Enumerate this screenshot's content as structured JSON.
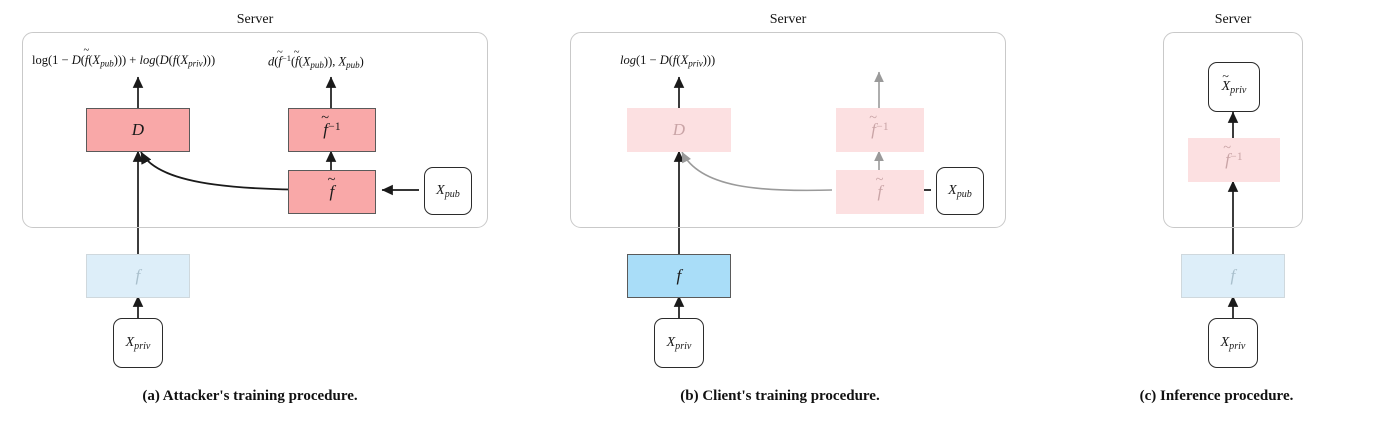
{
  "figure": {
    "panels": [
      {
        "id": "a",
        "server_label": "Server",
        "caption": "(a) Attacker's training procedure.",
        "formulas": [
          "log(1 − D(f̃(X_pub))) + log(D(f(X_priv)))",
          "d(f̃⁻¹(f̃(X_pub)), X_pub)"
        ],
        "boxes": [
          {
            "name": "discriminator",
            "label": "D",
            "state": "active",
            "color": "#f9a8a8"
          },
          {
            "name": "f-tilde-inverse",
            "label": "f̃⁻¹",
            "state": "active",
            "color": "#f9a8a8"
          },
          {
            "name": "f-tilde",
            "label": "f̃",
            "state": "active",
            "color": "#f9a8a8"
          },
          {
            "name": "f-client",
            "label": "f",
            "state": "faded",
            "color": "#ddeef9"
          }
        ],
        "data_nodes": [
          {
            "name": "x-pub",
            "label": "X_pub"
          },
          {
            "name": "x-priv",
            "label": "X_priv"
          }
        ]
      },
      {
        "id": "b",
        "server_label": "Server",
        "caption": "(b) Client's training procedure.",
        "formulas": [
          "log(1 − D(f(X_priv)))"
        ],
        "boxes": [
          {
            "name": "discriminator",
            "label": "D",
            "state": "faded",
            "color": "#fce0e1"
          },
          {
            "name": "f-tilde-inverse",
            "label": "f̃⁻¹",
            "state": "faded",
            "color": "#fce0e1"
          },
          {
            "name": "f-tilde",
            "label": "f̃",
            "state": "faded",
            "color": "#fce0e1"
          },
          {
            "name": "f-client",
            "label": "f",
            "state": "active",
            "color": "#a9ddf8"
          }
        ],
        "data_nodes": [
          {
            "name": "x-pub",
            "label": "X_pub"
          },
          {
            "name": "x-priv",
            "label": "X_priv"
          }
        ]
      },
      {
        "id": "c",
        "server_label": "Server",
        "caption": "(c) Inference procedure.",
        "formulas": [],
        "boxes": [
          {
            "name": "f-tilde-inverse",
            "label": "f̃⁻¹",
            "state": "faded",
            "color": "#fce0e1"
          },
          {
            "name": "f-client",
            "label": "f",
            "state": "faded",
            "color": "#ddeef9"
          }
        ],
        "data_nodes": [
          {
            "name": "x-priv-reconstructed",
            "label": "X̃_priv"
          },
          {
            "name": "x-priv",
            "label": "X_priv"
          }
        ]
      }
    ],
    "colors": {
      "pink_active": "#f9a8a8",
      "pink_faded": "#fce0e1",
      "blue_active": "#a9ddf8",
      "blue_faded": "#ddeef9",
      "arrow_active": "#1a1a1a",
      "arrow_faded": "#9a9a9a",
      "server_border": "#c9c9c9"
    }
  }
}
